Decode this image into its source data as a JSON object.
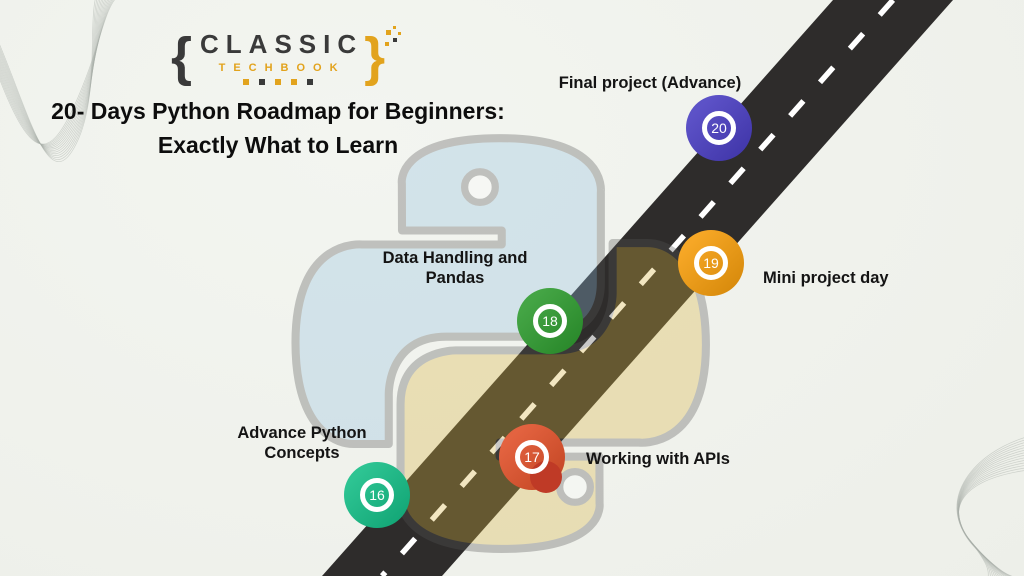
{
  "brand": {
    "brace_left": "{",
    "name": "CLASSIC",
    "sub": "TECHBOOK",
    "brace_right": "}",
    "gold": "#e2a31d",
    "charcoal": "#3a3a3a"
  },
  "title": {
    "line1": "20- Days Python Roadmap for Beginners:",
    "line2": "Exactly What to Learn"
  },
  "road": {
    "color": "#2e2c2b",
    "dash_color": "#ffffff"
  },
  "watermark": {
    "name": "python-logo",
    "blue": "#92c0df",
    "yellow": "#d9b440",
    "outline": "#565656"
  },
  "milestones": [
    {
      "day": "16",
      "label": "Advance Python Concepts",
      "color": "#15bd86"
    },
    {
      "day": "17",
      "label": "Working with APIs",
      "color": "#e0512a",
      "accent": "#bf3a26"
    },
    {
      "day": "18",
      "label": "Data Handling and Pandas",
      "color": "#2f9b30"
    },
    {
      "day": "19",
      "label": "Mini project day",
      "color": "#f59d0d"
    },
    {
      "day": "20",
      "label": "Final project (Advance)",
      "color": "#4a3ec1"
    }
  ]
}
